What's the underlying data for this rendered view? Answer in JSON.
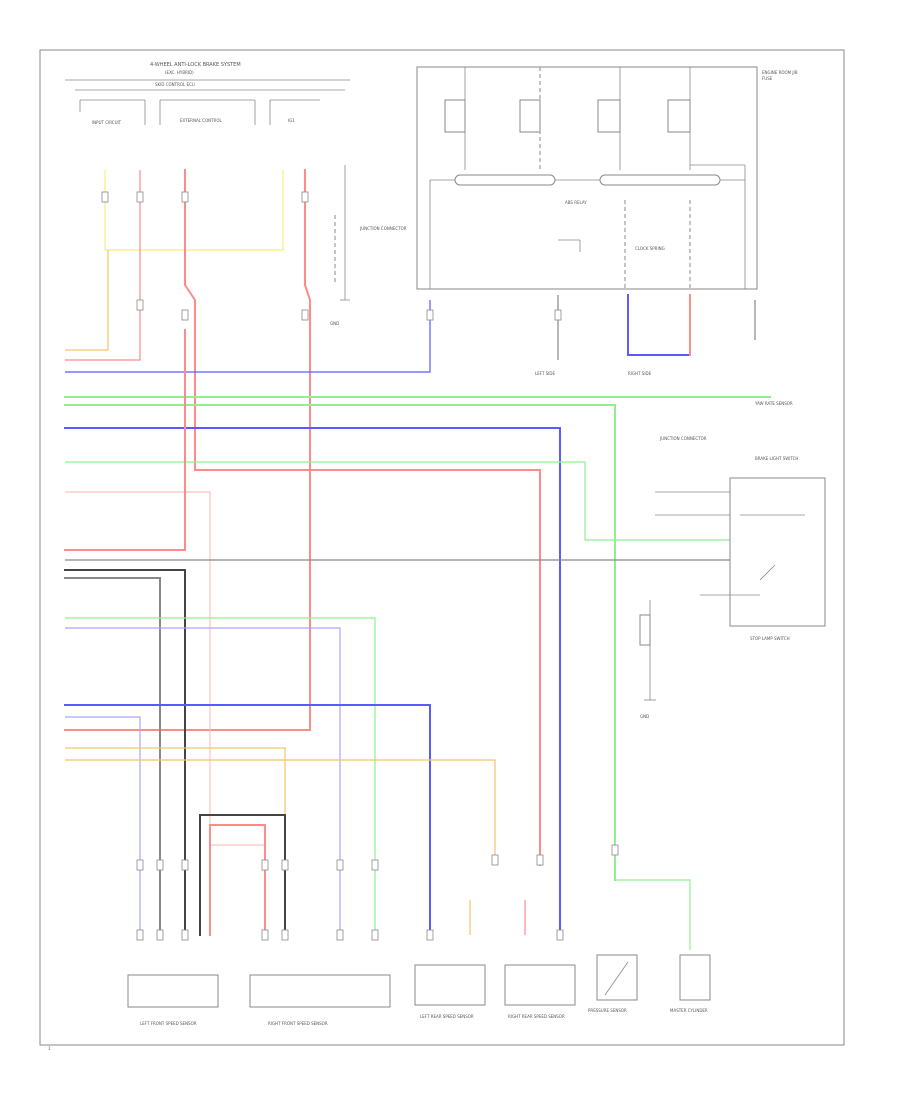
{
  "colors": {
    "frame": "#8a8a8a",
    "yellow": "#f5f07a",
    "red": "#ff8a8a",
    "pink": "#ffc0c0",
    "blue": "#5a5aff",
    "green": "#90f090",
    "gray": "#888888",
    "orange": "#f5c36b",
    "black": "#444444",
    "lightblue": "#a8a8ff"
  },
  "labels": {
    "top_unit": "4-WHEEL ANTI-LOCK BRAKE SYSTEM",
    "top_unit_sub": "(EXC. HYBRID)",
    "top_module": "SKID CONTROL ECU",
    "sec_left": "INPUT CIRCUIT",
    "sec_mid": "EXTERNAL CONTROL",
    "sec_right": "IG1",
    "relay_box": "ENGINE ROOM J/B",
    "relay_box_sub": "FUSE",
    "abs_relay": "ABS RELAY",
    "clock_spring": "CLOCK SPRING",
    "cb_left": "LEFT SIDE",
    "cb_right": "RIGHT SIDE",
    "ground_1": "GND",
    "ground_2": "GND",
    "junction_1": "JUNCTION CONNECTOR",
    "junction_2": "JUNCTION CONNECTOR",
    "brake_switch": "BRAKE LIGHT SWITCH",
    "front_left_sensor": "LEFT FRONT SPEED SENSOR",
    "front_right_sensor": "RIGHT FRONT SPEED SENSOR",
    "rear_left_sensor": "LEFT REAR SPEED SENSOR",
    "rear_right_sensor": "RIGHT REAR SPEED SENSOR",
    "yaw_sensor": "YAW RATE SENSOR",
    "stop_lamp": "STOP LAMP SWITCH",
    "pressure_sensor": "PRESSURE SENSOR",
    "master_cyl": "MASTER CYLINDER",
    "footer_code": "1"
  }
}
